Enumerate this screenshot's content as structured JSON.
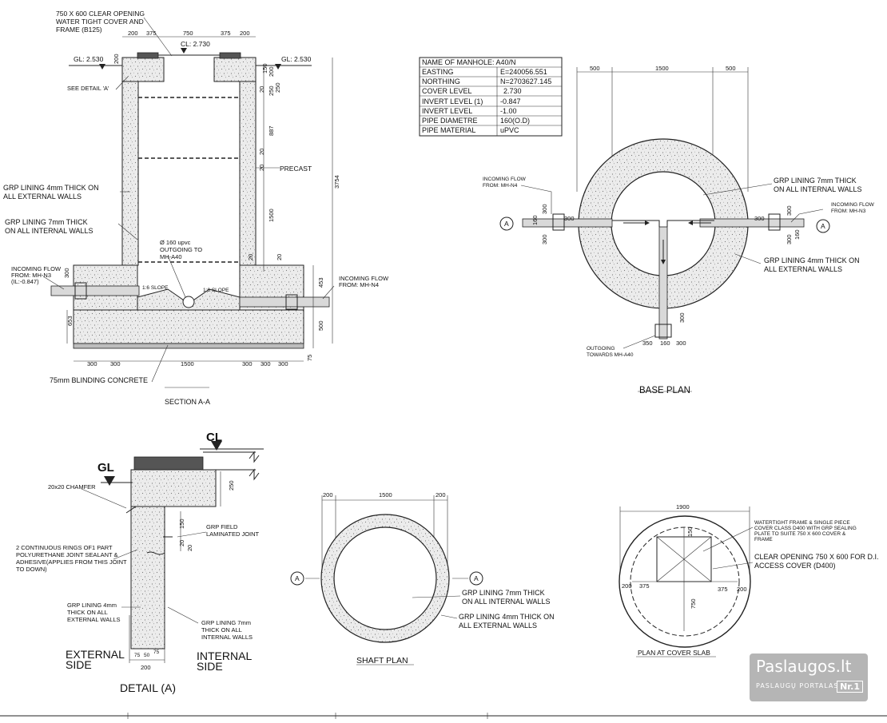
{
  "section_aa": {
    "title": "SECTION A-A",
    "cover_note": [
      "750 X 600 CLEAR OPENING",
      "WATER TIGHT COVER AND",
      "FRAME (B125)"
    ],
    "gl_left": "GL: 2.530",
    "gl_right": "GL: 2.530",
    "cl": "CL: 2.730",
    "see_detail": "SEE DETAIL 'A'",
    "grp_ext": [
      "GRP LINING 4mm THICK ON",
      "ALL EXTERNAL WALLS"
    ],
    "grp_int": [
      "GRP LINING 7mm THICK",
      "ON ALL INTERNAL WALLS"
    ],
    "incoming_left": [
      "INCOMING FLOW",
      "FROM: MH-N3",
      "(IL:-0.847)"
    ],
    "incoming_right": [
      "INCOMING FLOW",
      "FROM: MH-N4"
    ],
    "outgoing": [
      "Ø 160 upvc",
      "OUTGOING TO",
      "MH-A40"
    ],
    "precast": "PRECAST",
    "slope_left": "1:6 SLOPE",
    "slope_right": "1:6 SLOPE",
    "blinding": "75mm BLINDING CONCRETE",
    "top_dims": [
      "200",
      "375",
      "750",
      "375",
      "200"
    ],
    "bottom_dims": [
      "300",
      "300",
      "1500",
      "300",
      "300",
      "300"
    ],
    "right_dims": [
      "200",
      "250",
      "887",
      "20",
      "1500",
      "20",
      "453",
      "500",
      "75"
    ],
    "inner_dims": [
      "20",
      "20",
      "20",
      "250"
    ],
    "left_dims": [
      "653",
      "300"
    ],
    "overall": "3754",
    "small_dims": [
      "200",
      "150"
    ]
  },
  "manhole_table": {
    "rows": [
      {
        "label": "NAME OF MANHOLE: A40/N",
        "value": ""
      },
      {
        "label": "EASTING",
        "value": "E=240056.551"
      },
      {
        "label": "NORTHING",
        "value": "N=2703627.145"
      },
      {
        "label": "COVER LEVEL",
        "value": "2.730"
      },
      {
        "label": "INVERT LEVEL (1)",
        "value": "-0.847"
      },
      {
        "label": "INVERT LEVEL",
        "value": "-1.00"
      },
      {
        "label": "PIPE DIAMETRE",
        "value": "160(O.D)"
      },
      {
        "label": "PIPE MATERIAL",
        "value": "uPVC"
      }
    ]
  },
  "base_plan": {
    "title": "BASE PLAN",
    "top_dims": [
      "500",
      "1500",
      "500"
    ],
    "grp_int": [
      "GRP LINING 7mm THICK",
      "ON ALL INTERNAL WALLS"
    ],
    "grp_ext": [
      "GRP LINING 4mm THICK ON",
      "ALL EXTERNAL WALLS"
    ],
    "incoming_left": [
      "INCOMING FLOW",
      "FROM: MH-N4"
    ],
    "incoming_right": [
      "INCOMING FLOW",
      "FROM: MH-N3"
    ],
    "outgoing": [
      "OUTGOING",
      "TOWARDS MH-A40"
    ],
    "left_dims": [
      "300",
      "160",
      "300"
    ],
    "right_dims": [
      "300",
      "160",
      "300"
    ],
    "side_dims": [
      "300",
      "300"
    ],
    "bottom_dims": [
      "350",
      "160",
      "300",
      "300"
    ],
    "marker": "A"
  },
  "detail_a": {
    "title": "DETAIL (A)",
    "gl": "GL",
    "cl": "CL",
    "chamfer": "20x20 CHAMFER",
    "sealant": [
      "2 CONTINUOUS RINGS OF1 PART",
      "POLYURETHANE JOINT SEALANT &",
      "ADHESIVE(APPLIES FROM THIS JOINT",
      "TO DOWN)"
    ],
    "grp_field": [
      "GRP FIELD",
      "LAMINATED JOINT"
    ],
    "grp_ext": [
      "GRP LINING 4mm",
      "THICK ON ALL",
      "EXTERNAL WALLS"
    ],
    "grp_int": [
      "GRP LINING 7mm",
      "THICK ON ALL",
      "INTERNAL WALLS"
    ],
    "external_side": [
      "EXTERNAL",
      "SIDE"
    ],
    "internal_side": [
      "INTERNAL",
      "SIDE"
    ],
    "dims": [
      "250",
      "150",
      "20",
      "20",
      "200"
    ],
    "bottom_small": [
      "75",
      "50",
      "75"
    ]
  },
  "shaft_plan": {
    "title": "SHAFT PLAN",
    "dims": [
      "200",
      "1500",
      "200"
    ],
    "grp_int": [
      "GRP LINING 7mm THICK",
      "ON ALL INTERNAL WALLS"
    ],
    "grp_ext": [
      "GRP LINING 4mm THICK ON",
      "ALL EXTERNAL WALLS"
    ],
    "marker": "A"
  },
  "cover_slab": {
    "title": "PLAN AT COVER SLAB",
    "top_dim": "1900",
    "note_small": [
      "WATERTIGHT FRAME & SINGLE PIECE",
      "COVER CLASS D400 WITH GRP SEALING",
      "PLATE TO SUITE 750 X 600 COVER &",
      "FRAME"
    ],
    "note_large": [
      "CLEAR OPENING 750 X 600 FOR D.I.",
      "ACCESS COVER (D400)"
    ],
    "dims": [
      "200",
      "375",
      "375",
      "200",
      "150",
      "750"
    ]
  },
  "watermark": {
    "title": "Paslaugos.lt",
    "subtitle": "PASLAUGŲ PORTALAS",
    "badge": "Nr.1"
  }
}
